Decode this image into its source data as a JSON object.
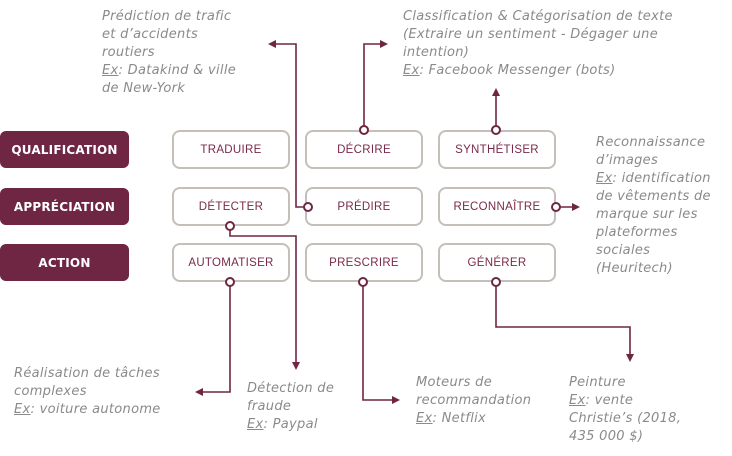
{
  "colors": {
    "accent": "#6e2642",
    "box_border": "#c4bfb8",
    "note_text": "#8a8a8a"
  },
  "categories": [
    {
      "label": "QUALIFICATION"
    },
    {
      "label": "APPRÉCIATION"
    },
    {
      "label": "ACTION"
    }
  ],
  "verbs": {
    "row1": [
      "TRADUIRE",
      "DÉCRIRE",
      "SYNTHÉTISER"
    ],
    "row2": [
      "DÉTECTER",
      "PRÉDIRE",
      "RECONNAÎTRE"
    ],
    "row3": [
      "AUTOMATISER",
      "PRESCRIRE",
      "GÉNÉRER"
    ]
  },
  "notes": {
    "trafic": {
      "lines": [
        "Prédiction de trafic",
        "et d’accidents",
        "routiers"
      ],
      "ex_label": "Ex",
      "ex_text": ": Datakind & ville",
      "ex_cont": "de New-York"
    },
    "classification": {
      "lines": [
        "Classification & Catégorisation de texte",
        "(Extraire un sentiment - Dégager une",
        "intention)"
      ],
      "ex_label": "Ex",
      "ex_text": ": Facebook Messenger (bots)"
    },
    "images": {
      "lines": [
        "Reconnaissance",
        "d’images"
      ],
      "ex_label": "Ex",
      "ex_text": ": identification",
      "ex_cont": [
        "de vêtements de",
        "marque sur les",
        "plateformes",
        "sociales",
        "(Heuritech)"
      ]
    },
    "taches": {
      "lines": [
        "Réalisation de tâches",
        "complexes"
      ],
      "ex_label": "Ex",
      "ex_text": ": voiture autonome"
    },
    "fraude": {
      "lines": [
        "Détection de",
        "fraude"
      ],
      "ex_label": "Ex",
      "ex_text": ": Paypal"
    },
    "recommandation": {
      "lines": [
        "Moteurs de",
        "recommandation"
      ],
      "ex_label": "Ex",
      "ex_text": ": Netflix"
    },
    "peinture": {
      "lines": [
        "Peinture"
      ],
      "ex_label": "Ex",
      "ex_text": ": vente",
      "ex_cont": [
        "Christie’s (2018,",
        "435 000 $)"
      ]
    }
  }
}
